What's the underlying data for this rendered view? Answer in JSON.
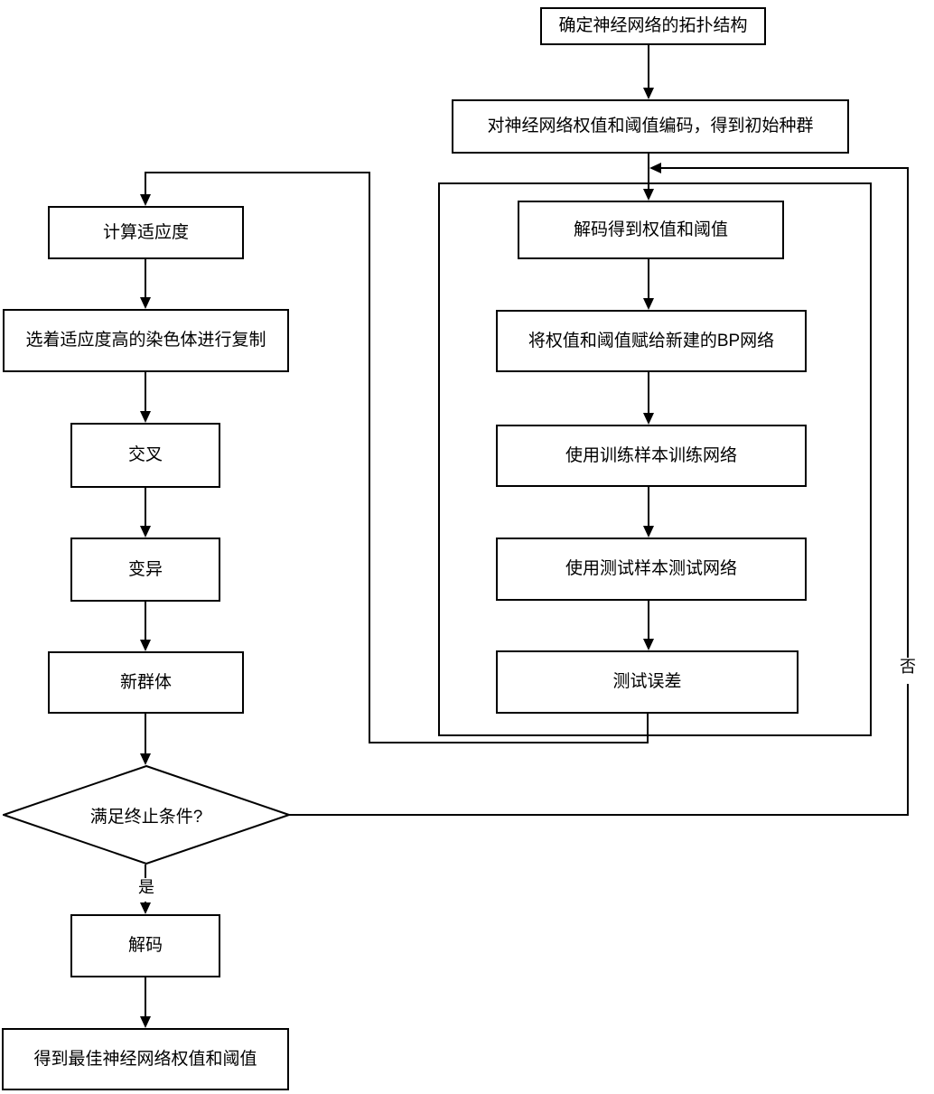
{
  "nodes": {
    "topology": "确定神经网络的拓扑结构",
    "encode": "对神经网络权值和阈值编码，得到初始种群",
    "decode_weights": "解码得到权值和阈值",
    "assign_bp": "将权值和阈值赋给新建的BP网络",
    "train": "使用训练样本训练网络",
    "test": "使用测试样本测试网络",
    "test_error": "测试误差",
    "fitness": "计算适应度",
    "select": "选着适应度高的染色体进行复制",
    "crossover": "交叉",
    "mutation": "变异",
    "new_population": "新群体",
    "termination": "满足终止条件?",
    "decode": "解码",
    "result": "得到最佳神经网络权值和阈值"
  },
  "edge_labels": {
    "yes": "是",
    "no": "否"
  },
  "colors": {
    "line": "#000000",
    "background": "#ffffff",
    "box_fill": "#ffffff"
  }
}
